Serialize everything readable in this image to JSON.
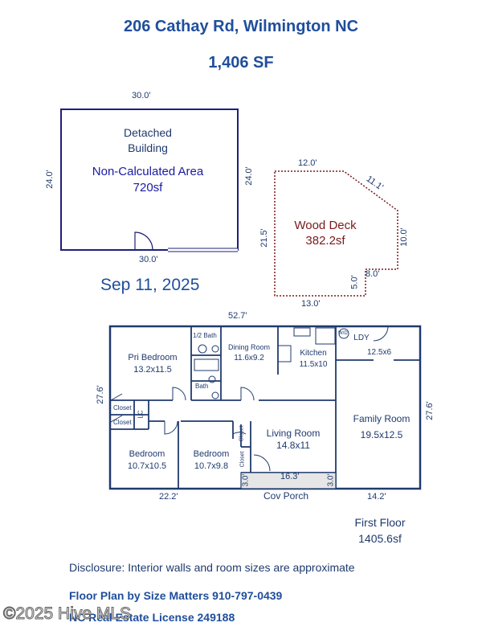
{
  "header": {
    "address": "206 Cathay Rd, Wilmington NC",
    "area": "1,406 SF",
    "date": "Sep 11, 2025"
  },
  "detached": {
    "top_dim": "30.0'",
    "bottom_dim": "30.0'",
    "left_dim": "24.0'",
    "right_dim": "24.0'",
    "line1": "Detached",
    "line2": "Building",
    "line3": "Non-Calculated Area",
    "line4": "720sf"
  },
  "deck": {
    "top_dim": "12.0'",
    "diag_dim": "11.1'",
    "right_dim": "10.0'",
    "left_dim": "21.5'",
    "notch_h": "5.0'",
    "notch_w": "8.0'",
    "bottom_dim": "13.0'",
    "name": "Wood Deck",
    "area": "382.2sf"
  },
  "floor": {
    "top_dim": "52.7'",
    "left_dim": "27.6'",
    "right_dim": "27.6'",
    "bottom_left_dim": "22.2'",
    "bottom_right_dim": "14.2'",
    "porch_dim": "16.3'",
    "porch_side_left": "3.0'",
    "porch_side_right": "3.0'",
    "porch_label": "Cov Porch",
    "rooms": {
      "pri_bedroom": {
        "name": "Pri Bedroom",
        "size": "13.2x11.5"
      },
      "half_bath": {
        "name": "1/2 Bath"
      },
      "bath": {
        "name": "Bath"
      },
      "dining": {
        "name": "Dining Room",
        "size": "11.6x9.2"
      },
      "kitchen": {
        "name": "Kitchen",
        "size": "11.5x10"
      },
      "ldy": {
        "name": "LDY",
        "size": "12.5x6"
      },
      "family": {
        "name": "Family Room",
        "size": "19.5x12.5"
      },
      "living": {
        "name": "Living Room",
        "size": "14.8x11"
      },
      "bedroom1": {
        "name": "Bedroom",
        "size": "10.7x10.5"
      },
      "bedroom2": {
        "name": "Bedroom",
        "size": "10.7x9.8"
      },
      "closet1": {
        "name": "Closet"
      },
      "closet2": {
        "name": "Closet"
      },
      "closet3": {
        "name": "Closet"
      },
      "closet4": {
        "name": "Closet"
      },
      "lc": {
        "name": "LC"
      },
      "wd": {
        "name": "W/D"
      }
    },
    "floor_name": "First Floor",
    "floor_area": "1405.6sf"
  },
  "footer": {
    "disclosure": "Disclosure: Interior walls and room sizes are approximate",
    "company": "Floor Plan by Size Matters 910-797-0439",
    "license": "NC Real Estate License 249188",
    "watermark": "©2025 Hive MLS"
  },
  "colors": {
    "title": "#1f4e9c",
    "wall": "#1f3a6e",
    "deck": "#7a1a1a",
    "detached_text": "#1a1aa0"
  }
}
